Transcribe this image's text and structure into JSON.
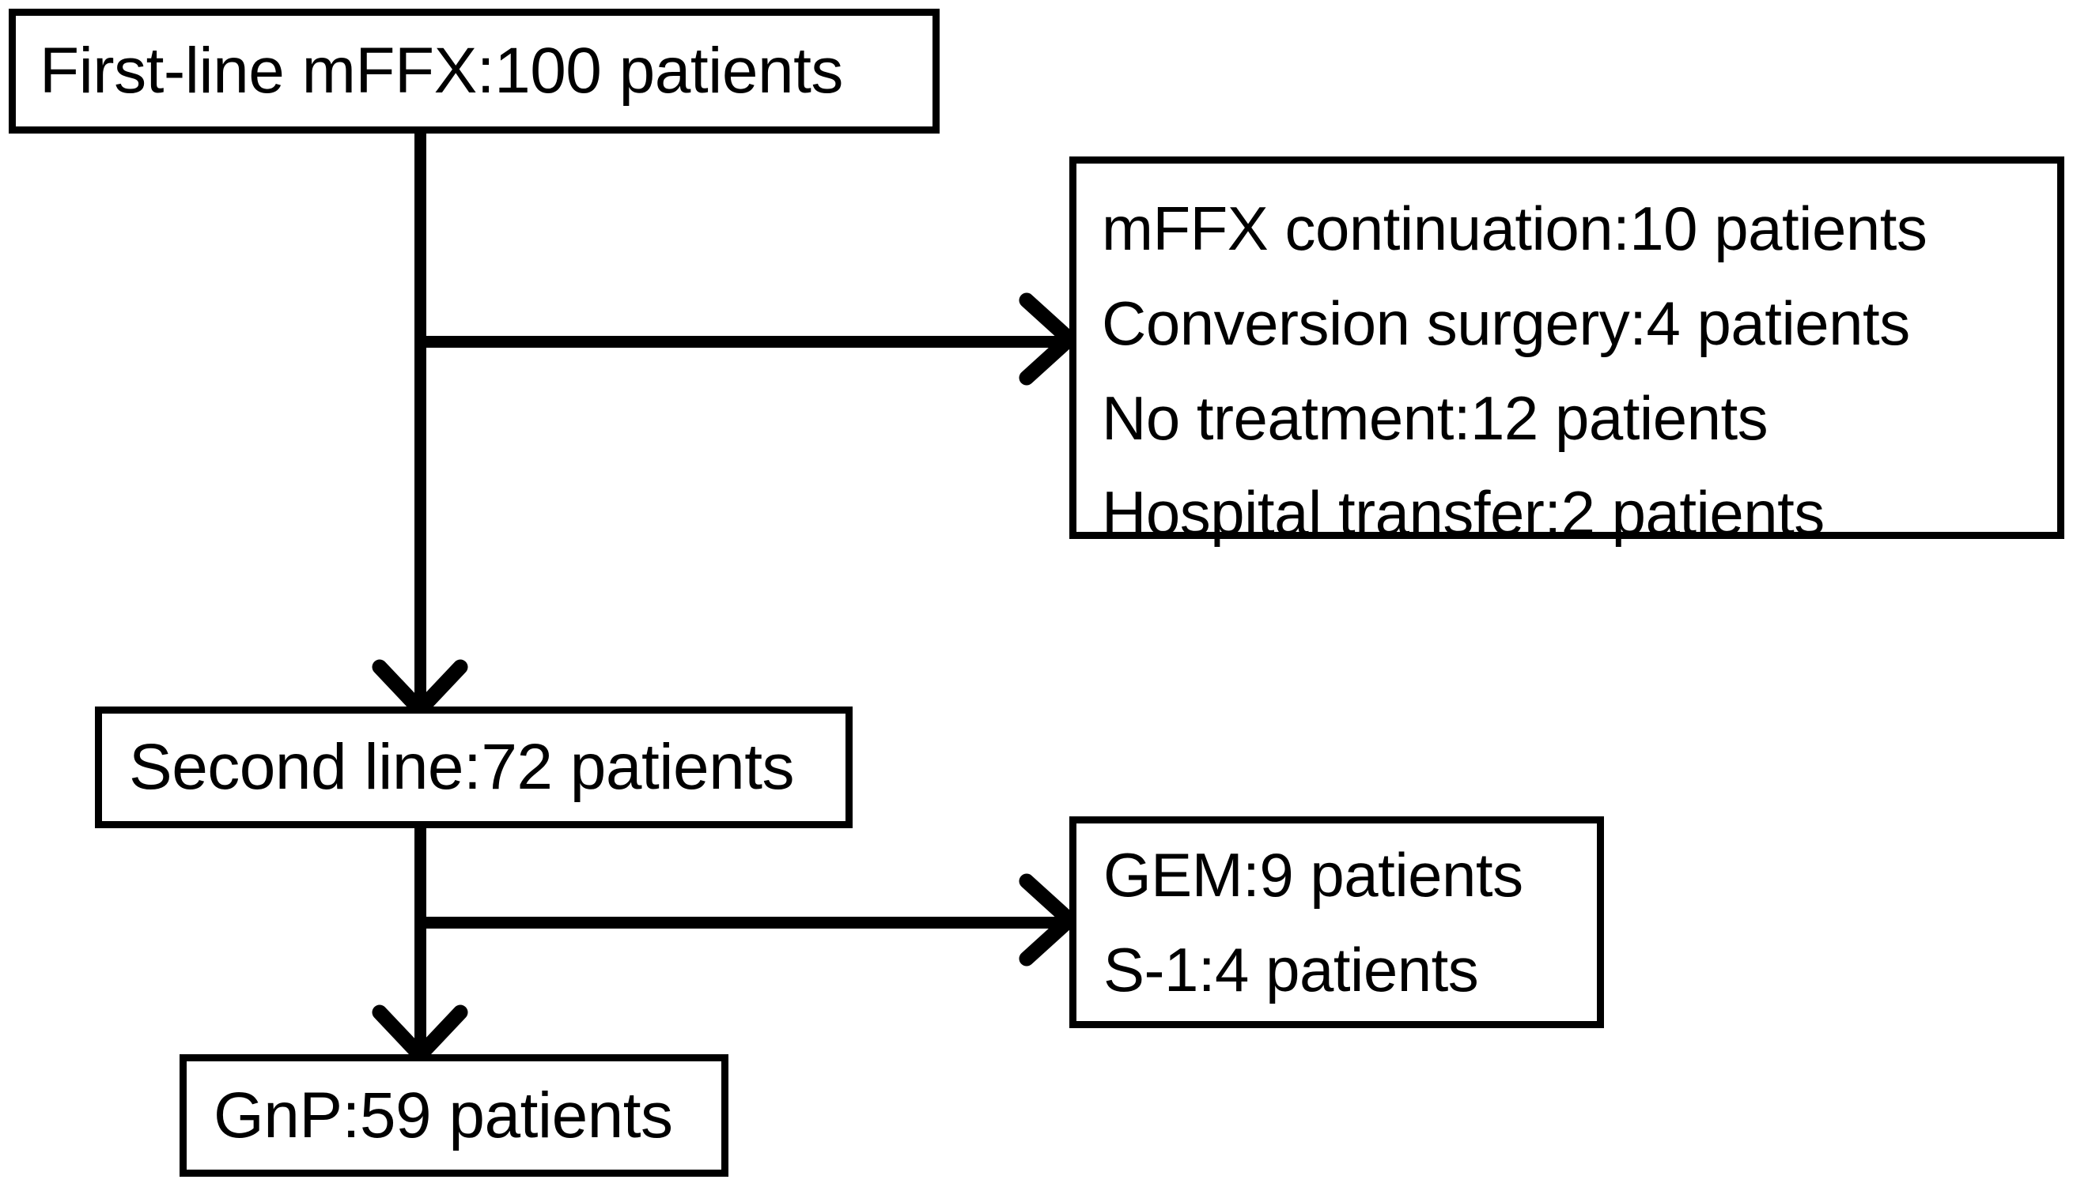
{
  "diagram": {
    "title": "Patient treatment flow",
    "colors": {
      "stroke": "#000000",
      "background": "#ffffff",
      "text": "#000000"
    },
    "nodes": {
      "first_line": {
        "id": "first-line",
        "lines": [
          "First-line mFFX:100 patients"
        ]
      },
      "off_treatment": {
        "id": "off-treatment",
        "lines": [
          "mFFX continuation:10 patients",
          "Conversion surgery:4 patients",
          "No treatment:12 patients",
          "Hospital transfer:2 patients"
        ]
      },
      "second_line": {
        "id": "second-line",
        "lines": [
          "Second line:72 patients"
        ]
      },
      "other_second_line": {
        "id": "other-second-line",
        "lines": [
          "GEM:9 patients",
          "S-1:4 patients"
        ]
      },
      "gnp": {
        "id": "gnp",
        "lines": [
          "GnP:59 patients"
        ]
      }
    },
    "edges": [
      {
        "name": "first-line-to-off-treatment",
        "from": "first_line",
        "to": "off_treatment",
        "style": "elbow-right-arrow"
      },
      {
        "name": "first-line-to-second-line",
        "from": "first_line",
        "to": "second_line",
        "style": "straight-down-arrow"
      },
      {
        "name": "second-line-to-other-second-line",
        "from": "second_line",
        "to": "other_second_line",
        "style": "elbow-right-arrow"
      },
      {
        "name": "second-line-to-gnp",
        "from": "second_line",
        "to": "gnp",
        "style": "straight-down-arrow"
      }
    ]
  }
}
